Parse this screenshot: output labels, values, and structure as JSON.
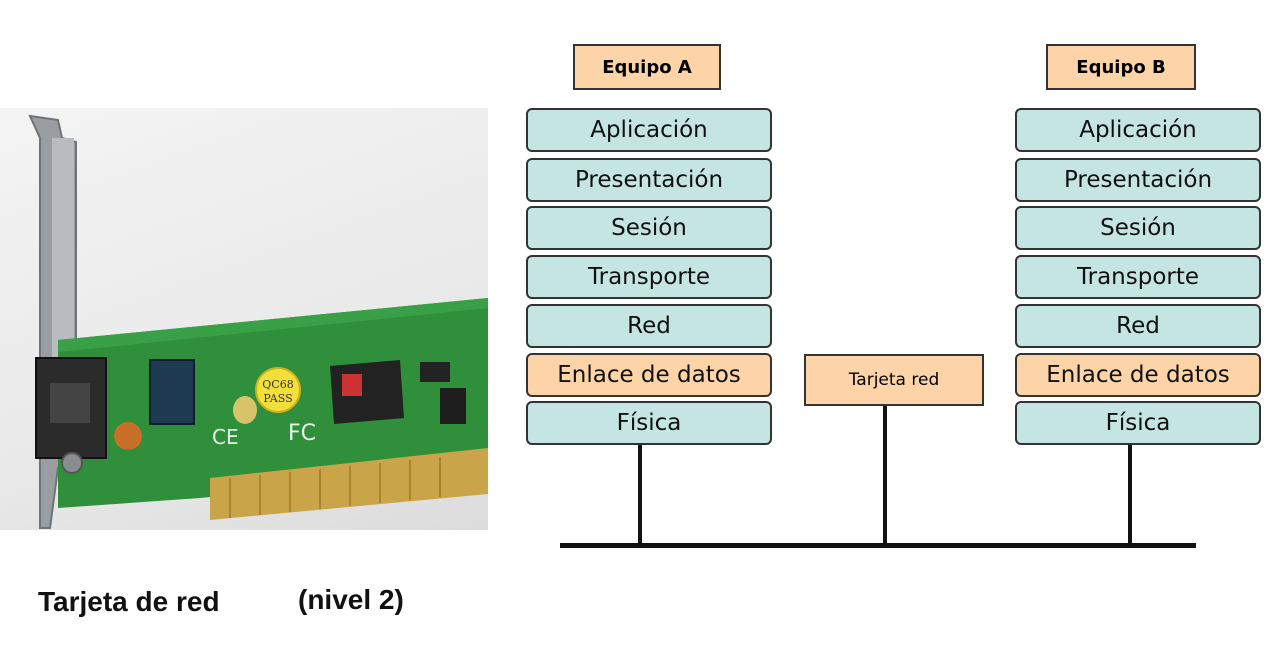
{
  "diagram": {
    "host_a": {
      "title": "Equipo A",
      "layers": [
        "Aplicación",
        "Presentación",
        "Sesión",
        "Transporte",
        "Red",
        "Enlace de datos",
        "Física"
      ]
    },
    "host_b": {
      "title": "Equipo B",
      "layers": [
        "Aplicación",
        "Presentación",
        "Sesión",
        "Transporte",
        "Red",
        "Enlace de datos",
        "Física"
      ]
    },
    "network_card_label": "Tarjeta red",
    "highlight_layer": "Enlace de datos",
    "colors": {
      "layer": "#c5e5e3",
      "highlight": "#fdd4a7"
    }
  },
  "caption": {
    "title": "Tarjeta de red",
    "level": "(nivel 2)"
  },
  "photo": {
    "subject": "network-interface-card",
    "chip_label_1": "QC68",
    "chip_label_2": "PASS",
    "marks": "CE FC"
  }
}
